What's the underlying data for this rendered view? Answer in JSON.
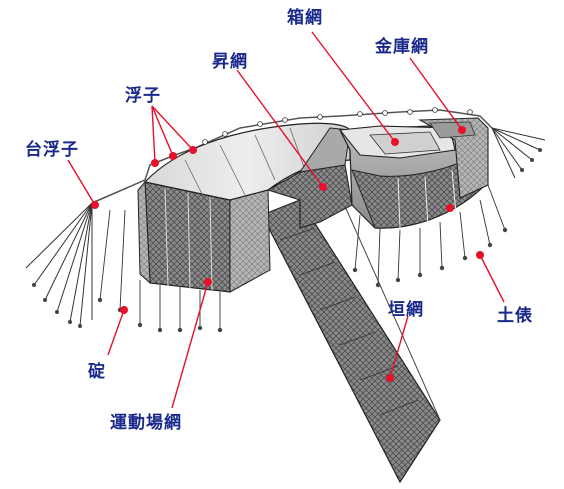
{
  "colors": {
    "label": "#1a2a8c",
    "leader": "#e8102a",
    "outline": "#222222",
    "net_dark": "#6f6f6f",
    "net_mid": "#9c9c9c",
    "net_light": "#cfcfcf",
    "float_rope": "#555555"
  },
  "labels": {
    "hakoami": "箱網",
    "kinkoami": "金庫網",
    "shoami": "昇網",
    "ukiko": "浮子",
    "daiukiko": "台浮子",
    "dohyo": "土俵",
    "kakiami": "垣網",
    "ikari": "碇",
    "undojoami": "運動場網"
  }
}
